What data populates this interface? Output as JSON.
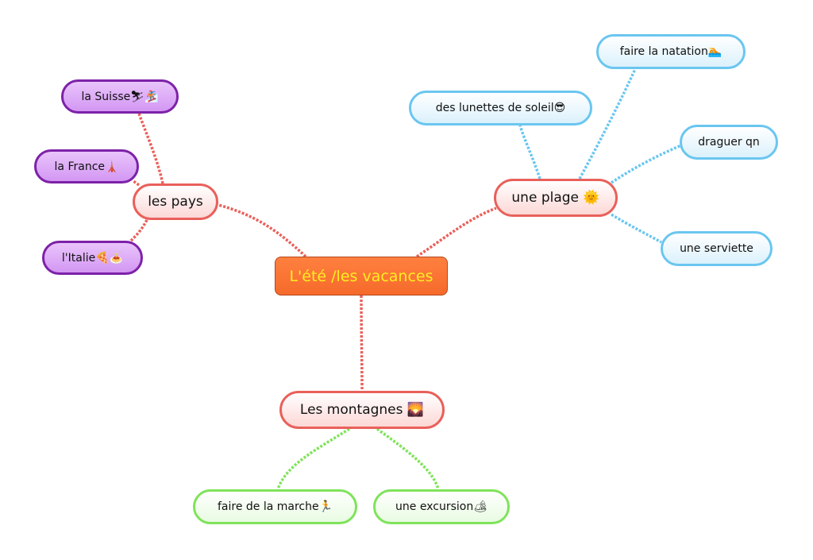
{
  "central": {
    "label": "L'été /les vacances"
  },
  "branches": {
    "pays": {
      "label": "les pays",
      "children": [
        "la Suisse⛷🏂",
        "la France🗼",
        "l'Italie🍕🍝"
      ]
    },
    "plage": {
      "label": "une plage 🌞",
      "children": [
        "des lunettes de soleil😎",
        "faire la natation🏊",
        "draguer qn",
        "une serviette"
      ]
    },
    "montagnes": {
      "label": "Les montagnes 🌄",
      "children": [
        "faire de la marche🏃",
        "une excursion🏕"
      ]
    }
  },
  "colors": {
    "central": "#f56a2a",
    "main_border": "#e9605a",
    "pays_children": "#7d22a8",
    "plage_children": "#6ac6f0",
    "montagnes_children": "#7fe35a"
  }
}
